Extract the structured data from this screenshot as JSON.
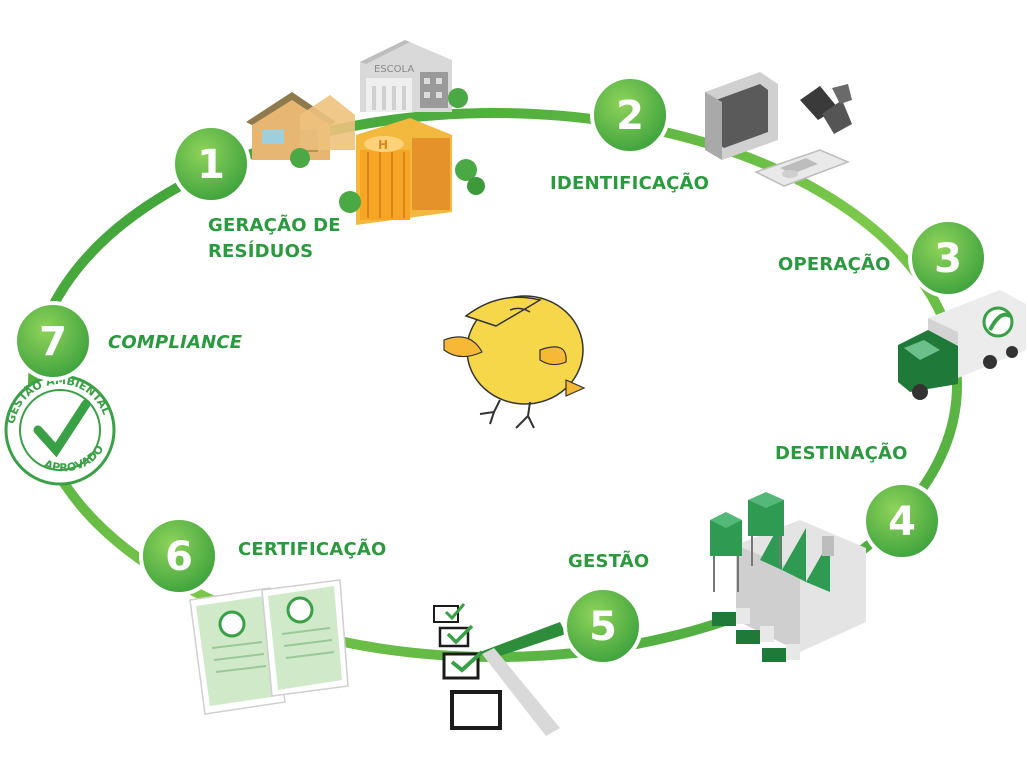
{
  "steps": [
    {
      "number": "1",
      "label_line1": "GERAÇÃO DE",
      "label_line2": "RESÍDUOS"
    },
    {
      "number": "2",
      "label": "IDENTIFICAÇÃO"
    },
    {
      "number": "3",
      "label": "OPERAÇÃO"
    },
    {
      "number": "4",
      "label": "DESTINAÇÃO"
    },
    {
      "number": "5",
      "label": "GESTÃO"
    },
    {
      "number": "6",
      "label": "CERTIFICAÇÃO"
    },
    {
      "number": "7",
      "label": "COMPLIANCE"
    }
  ],
  "school_sign": "ESCOLA",
  "seal": {
    "top": "GESTÃO AMBIENTAL",
    "bottom": "APROVADO"
  },
  "colors": {
    "cycle_green": "#6cbf45",
    "circle_dark": "#2f9a36",
    "circle_light": "#7cc94a",
    "label_green": "#2a9a3f",
    "bird_yellow": "#f7d74a"
  },
  "icons": [
    "houses-icon",
    "school-icon",
    "hospital-building-icon",
    "computer-icon",
    "binoculars-icon",
    "scanner-icon",
    "truck-icon",
    "factory-icon",
    "checklist-icon",
    "certificate-icon",
    "seal-icon",
    "bird-mascot-icon"
  ]
}
